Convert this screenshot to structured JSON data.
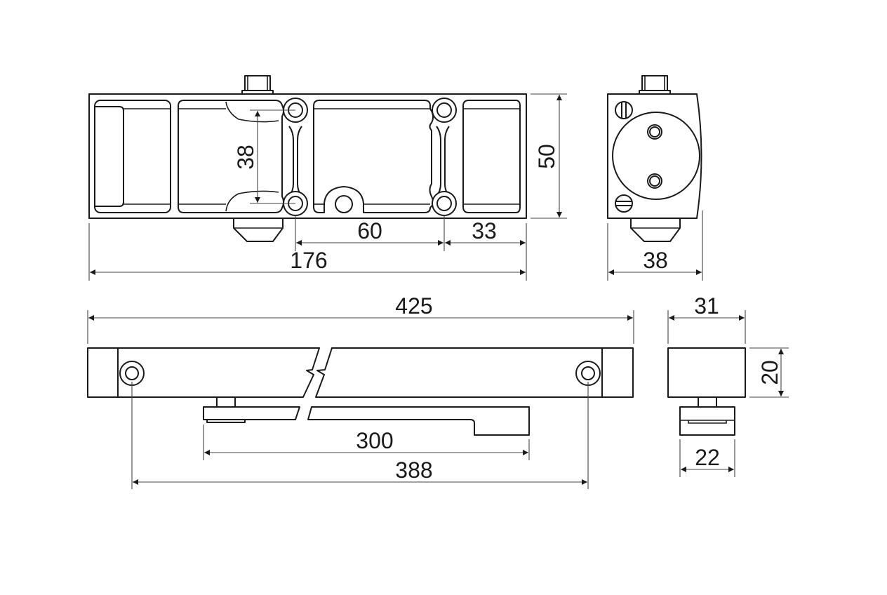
{
  "drawing": {
    "subject": "Door closer technical drawing",
    "units": "mm",
    "colors": {
      "line": "#1a1a1a",
      "dimension_line": "#444444",
      "background": "#ffffff"
    }
  },
  "views": {
    "body_front": {
      "dimensions": {
        "hole_spacing_vertical": "38",
        "height": "50",
        "hole_spacing_horizontal": "60",
        "hole_to_end": "33",
        "total_length": "176"
      }
    },
    "body_side": {
      "dimensions": {
        "width": "38"
      }
    },
    "arm_front": {
      "dimensions": {
        "total_length": "425",
        "arm_length": "300",
        "hole_spacing": "388"
      }
    },
    "arm_side": {
      "dimensions": {
        "width": "31",
        "height": "20",
        "shoe_width": "22"
      }
    }
  }
}
